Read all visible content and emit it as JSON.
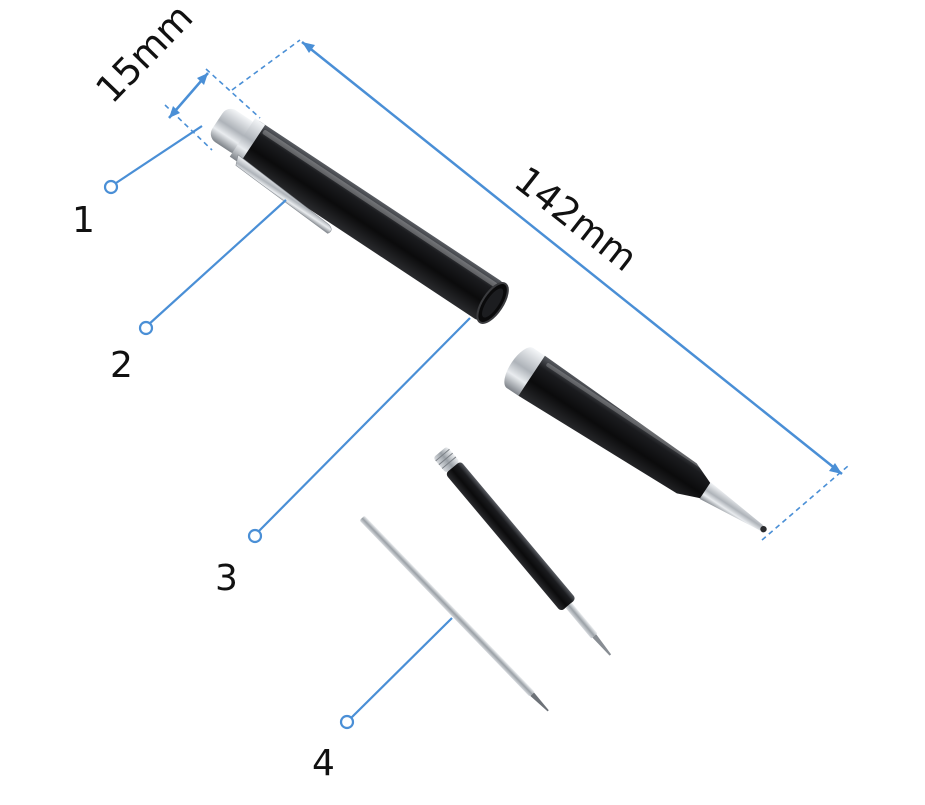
{
  "dimensions": {
    "diameter": "15mm",
    "length": "142mm"
  },
  "callouts": [
    {
      "number": "1"
    },
    {
      "number": "2"
    },
    {
      "number": "3"
    },
    {
      "number": "4"
    }
  ],
  "colors": {
    "accent": "#4a8fd6",
    "pen_body": "#121214",
    "chrome": "#c9cdd2",
    "text": "#111111"
  }
}
